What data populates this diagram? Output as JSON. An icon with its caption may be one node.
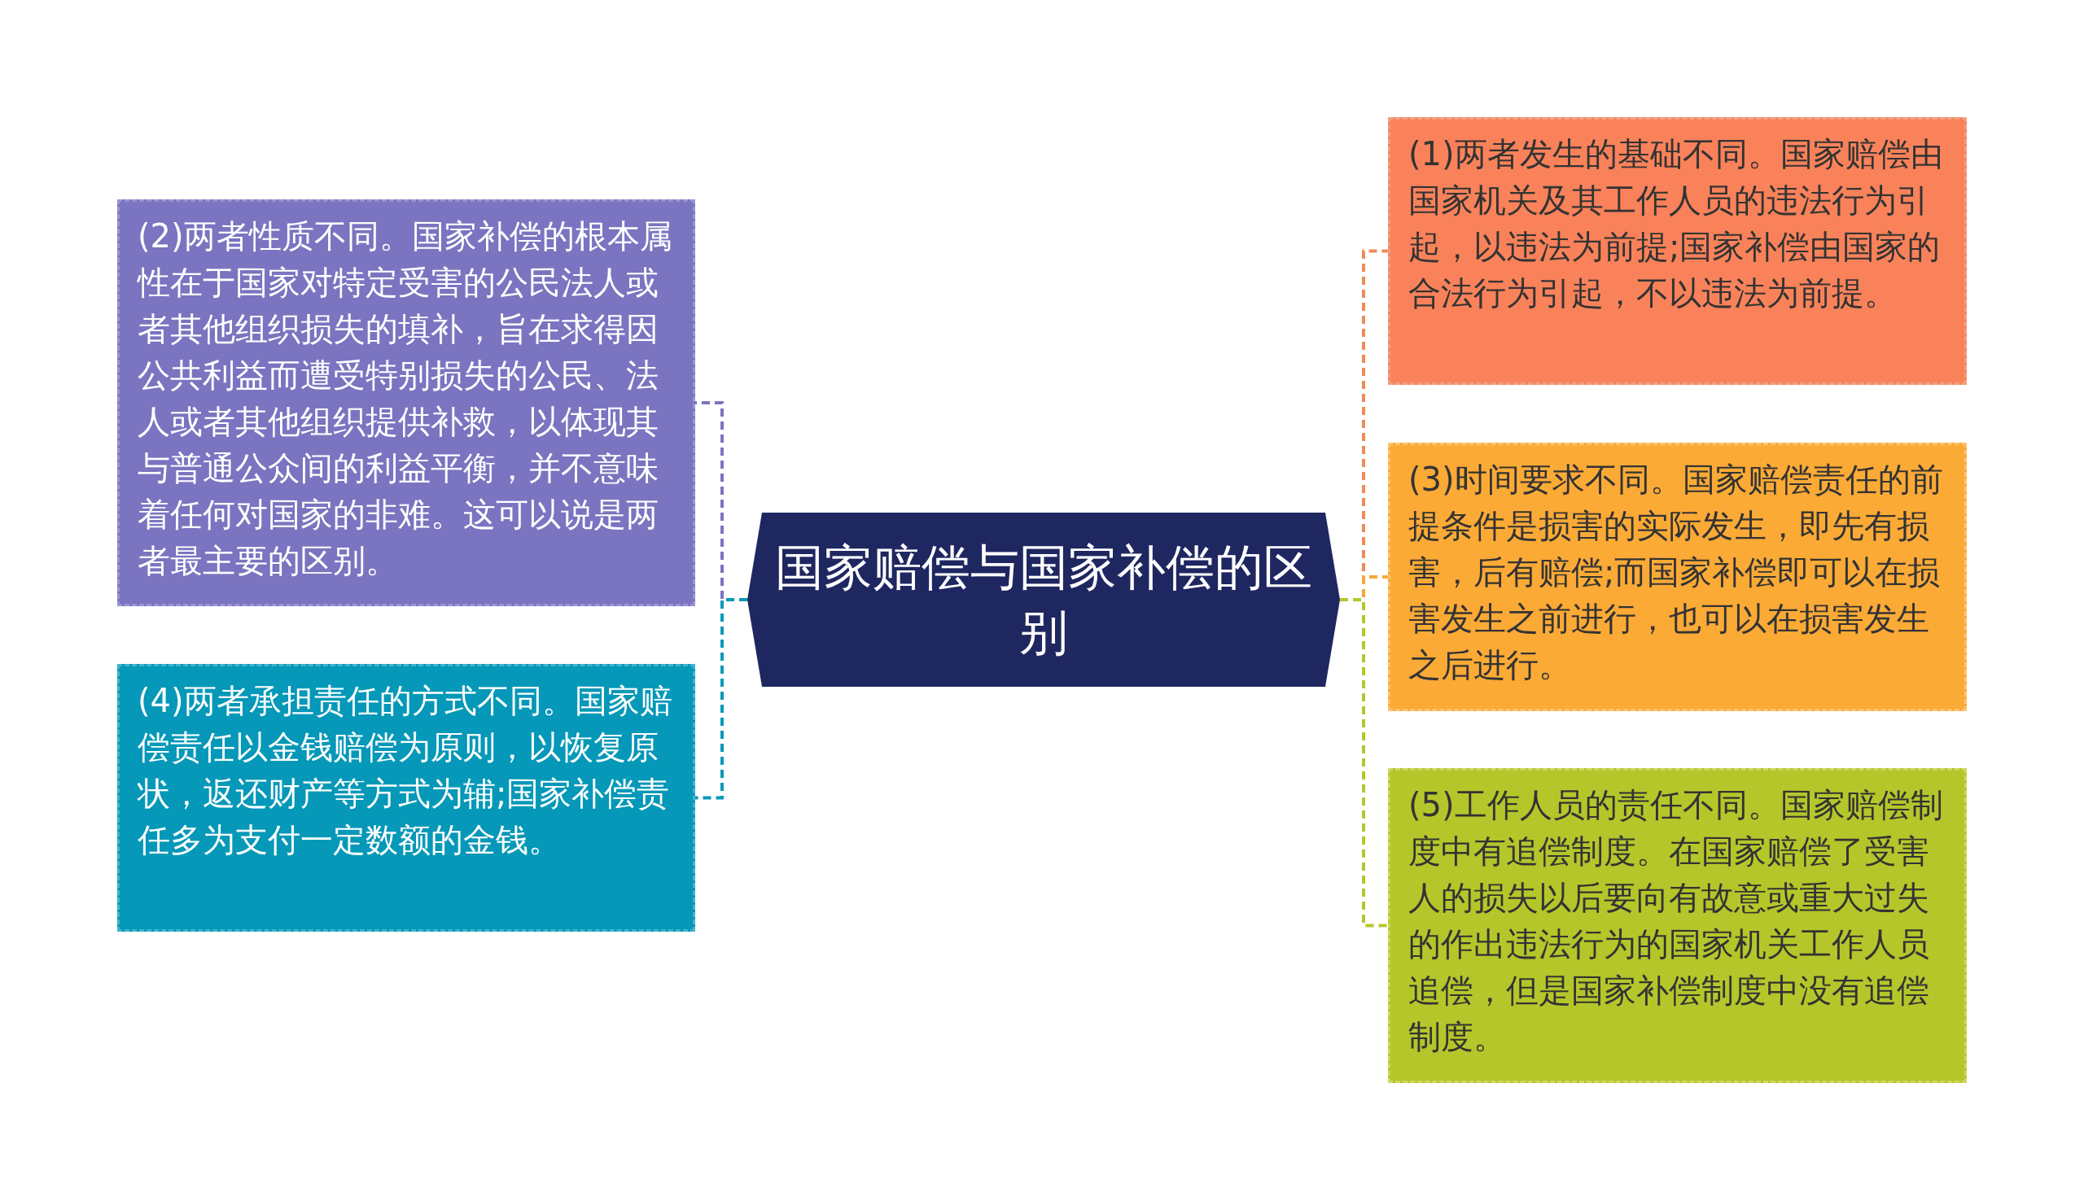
{
  "diagram": {
    "nodes": [
      {
        "text": [
          "国家赔偿与国家补偿的区别"
        ]
      },
      {
        "text": [
          "(1)两者发生的基础不同。国家赔偿由国家机关及其工作人员的违法行为引起，以违法为前提;国家补偿由国家的合法行为引起，不以违法为前提。"
        ]
      },
      {
        "text": [
          "(2)两者性质不同。国家补偿的根本属性在于国家对特定受害的公民法人或者其他组织损失的填补，旨在求得因公共利益而遭受特别损失的公民、法人或者其他组织提供补救，以体现其与普通公众间的利益平衡，并不意味着任何对国家的非难。这可以说是两者最主要的区别。"
        ]
      },
      {
        "text": [
          "(3)时间要求不同。国家赔偿责任的前提条件是损害的实际发生，即先有损害，后有赔偿;而国家补偿即可以在损害发生之前进行，也可以在损害发生之后进行。"
        ]
      },
      {
        "text": [
          "(4)两者承担责任的方式不同。国家赔偿责任以金钱赔偿为原则，以恢复原状，返还财产等方式为辅;国家补偿责任多为支付一定数额的金钱。"
        ]
      },
      {
        "text": [
          "(5)工作人员的责任不同。国家赔偿制度中有追偿制度。在国家赔偿了受害人的损失以后要向有故意或重大过失的作出违法行为的国家机关工作人员追偿，但是国家补偿制度中没有追偿制度。"
        ]
      }
    ],
    "edges": [
      {
        "from": 0,
        "to": 1,
        "arrow": "none",
        "style": "dashed",
        "color": "#f08a5a"
      },
      {
        "from": 0,
        "to": 2,
        "arrow": "none",
        "style": "dashed",
        "color": "#7b74c0"
      },
      {
        "from": 0,
        "to": 3,
        "arrow": "none",
        "style": "dashed",
        "color": "#f5a938"
      },
      {
        "from": 0,
        "to": 4,
        "arrow": "none",
        "style": "dashed",
        "color": "#0598b8"
      },
      {
        "from": 0,
        "to": 5,
        "arrow": "none",
        "style": "dashed",
        "color": "#b5c62a"
      }
    ]
  }
}
